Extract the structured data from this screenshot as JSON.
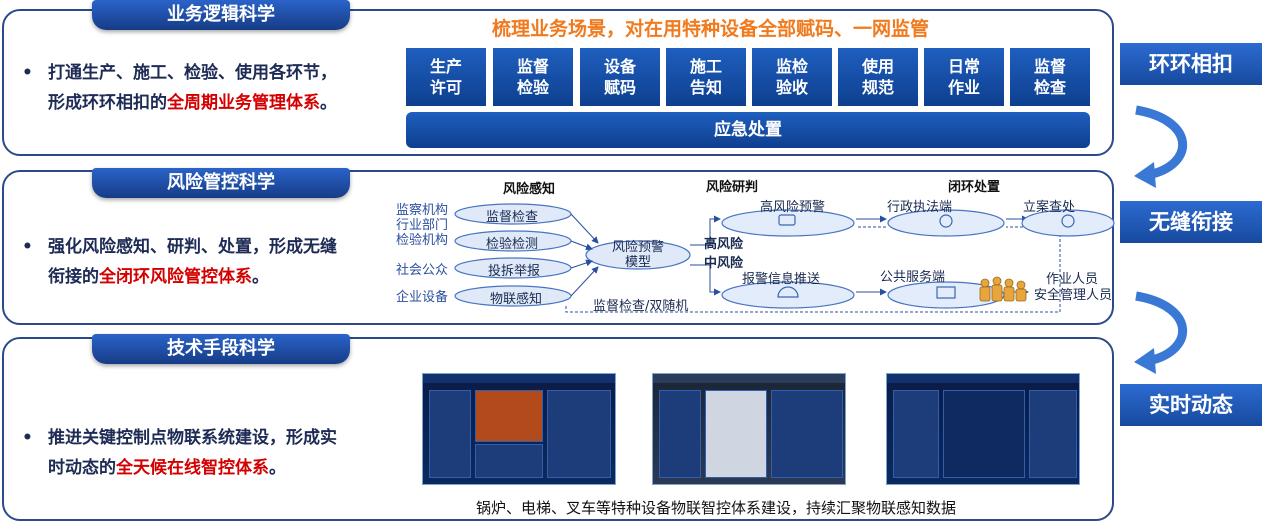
{
  "section1": {
    "tab": "业务逻辑科学",
    "bullet_line1": "打通生产、施工、检验、使用各环节，",
    "bullet_line2_prefix": "形成环环相扣的",
    "bullet_line2_highlight": "全周期业务管理体系",
    "bullet_line2_suffix": "。",
    "headline": "梳理业务场景，对在用特种设备全部赋码、一网监管",
    "boxes": [
      {
        "l1": "生产",
        "l2": "许可"
      },
      {
        "l1": "监督",
        "l2": "检验"
      },
      {
        "l1": "设备",
        "l2": "赋码"
      },
      {
        "l1": "施工",
        "l2": "告知"
      },
      {
        "l1": "监检",
        "l2": "验收"
      },
      {
        "l1": "使用",
        "l2": "规范"
      },
      {
        "l1": "日常",
        "l2": "作业"
      },
      {
        "l1": "监督",
        "l2": "检查"
      }
    ],
    "emergency": "应急处置"
  },
  "section2": {
    "tab": "风险管控科学",
    "bullet_line1": "强化风险感知、研判、处置，形成无缝",
    "bullet_line2_prefix": "衔接的",
    "bullet_line2_highlight": "全闭环风险管控体系",
    "bullet_line2_suffix": "。",
    "col_perception": "风险感知",
    "col_judgment": "风险研判",
    "col_closed": "闭环处置",
    "sources": [
      "监察机构",
      "行业部门",
      "检验机构",
      "社会公众",
      "企业设备"
    ],
    "perception_items": [
      "监督检查",
      "检验检测",
      "投拆举报",
      "物联感知"
    ],
    "model": "风险预警模型",
    "high_risk": "高风险",
    "mid_risk": "中风险",
    "high_warning": "高风险预警",
    "admin_enforce": "行政执法端",
    "case_filing": "立案查处",
    "alarm_push": "报警信息推送",
    "public_service": "公共服务端",
    "workers": "作业人员",
    "safety_mgr": "安全管理人员",
    "supervision": "监督检查/双随机"
  },
  "section3": {
    "tab": "技术手段科学",
    "bullet_line1": "推进关键控制点物联系统建设，形成实",
    "bullet_line2_prefix": "时动态的",
    "bullet_line2_highlight": "全天候在线智控体系",
    "bullet_line2_suffix": "。",
    "caption": "锅炉、电梯、叉车等特种设备物联智控体系建设，持续汇聚物联感知数据"
  },
  "right_badges": [
    "环环相扣",
    "无缝衔接",
    "实时动态"
  ],
  "colors": {
    "brand_blue": "#174a9e",
    "highlight_red": "#d40000",
    "headline_orange": "#f07a1d"
  }
}
